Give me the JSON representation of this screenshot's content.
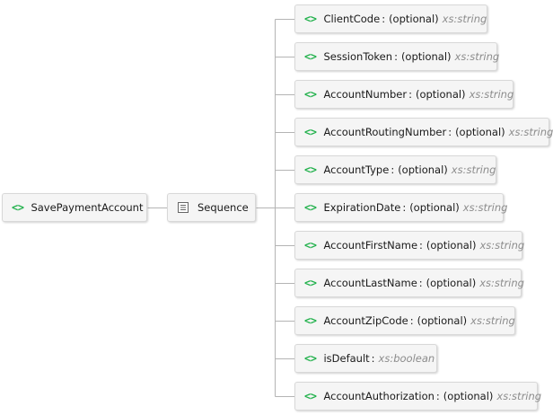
{
  "root": {
    "name": "SavePaymentAccount",
    "icon": "element-tag-icon"
  },
  "sequence": {
    "label": "Sequence",
    "icon": "sequence-list-icon"
  },
  "elements": [
    {
      "name": "ClientCode",
      "separator": ":",
      "modifier": "(optional)",
      "type": "xs:string"
    },
    {
      "name": "SessionToken",
      "separator": ":",
      "modifier": "(optional)",
      "type": "xs:string"
    },
    {
      "name": "AccountNumber",
      "separator": ":",
      "modifier": "(optional)",
      "type": "xs:string"
    },
    {
      "name": "AccountRoutingNumber",
      "separator": ":",
      "modifier": "(optional)",
      "type": "xs:string"
    },
    {
      "name": "AccountType",
      "separator": ":",
      "modifier": "(optional)",
      "type": "xs:string"
    },
    {
      "name": "ExpirationDate",
      "separator": ":",
      "modifier": "(optional)",
      "type": "xs:string"
    },
    {
      "name": "AccountFirstName",
      "separator": ":",
      "modifier": "(optional)",
      "type": "xs:string"
    },
    {
      "name": "AccountLastName",
      "separator": ":",
      "modifier": "(optional)",
      "type": "xs:string"
    },
    {
      "name": "AccountZipCode",
      "separator": ":",
      "modifier": "(optional)",
      "type": "xs:string"
    },
    {
      "name": "isDefault",
      "separator": ":",
      "modifier": "",
      "type": "xs:boolean"
    },
    {
      "name": "AccountAuthorization",
      "separator": ":",
      "modifier": "(optional)",
      "type": "xs:string"
    }
  ],
  "colors": {
    "tag_icon": "#22b14c",
    "node_background": "#f5f5f5",
    "node_border": "#d8d8d8",
    "connector": "#b4b4b4",
    "type_text": "#8c8c8c"
  }
}
